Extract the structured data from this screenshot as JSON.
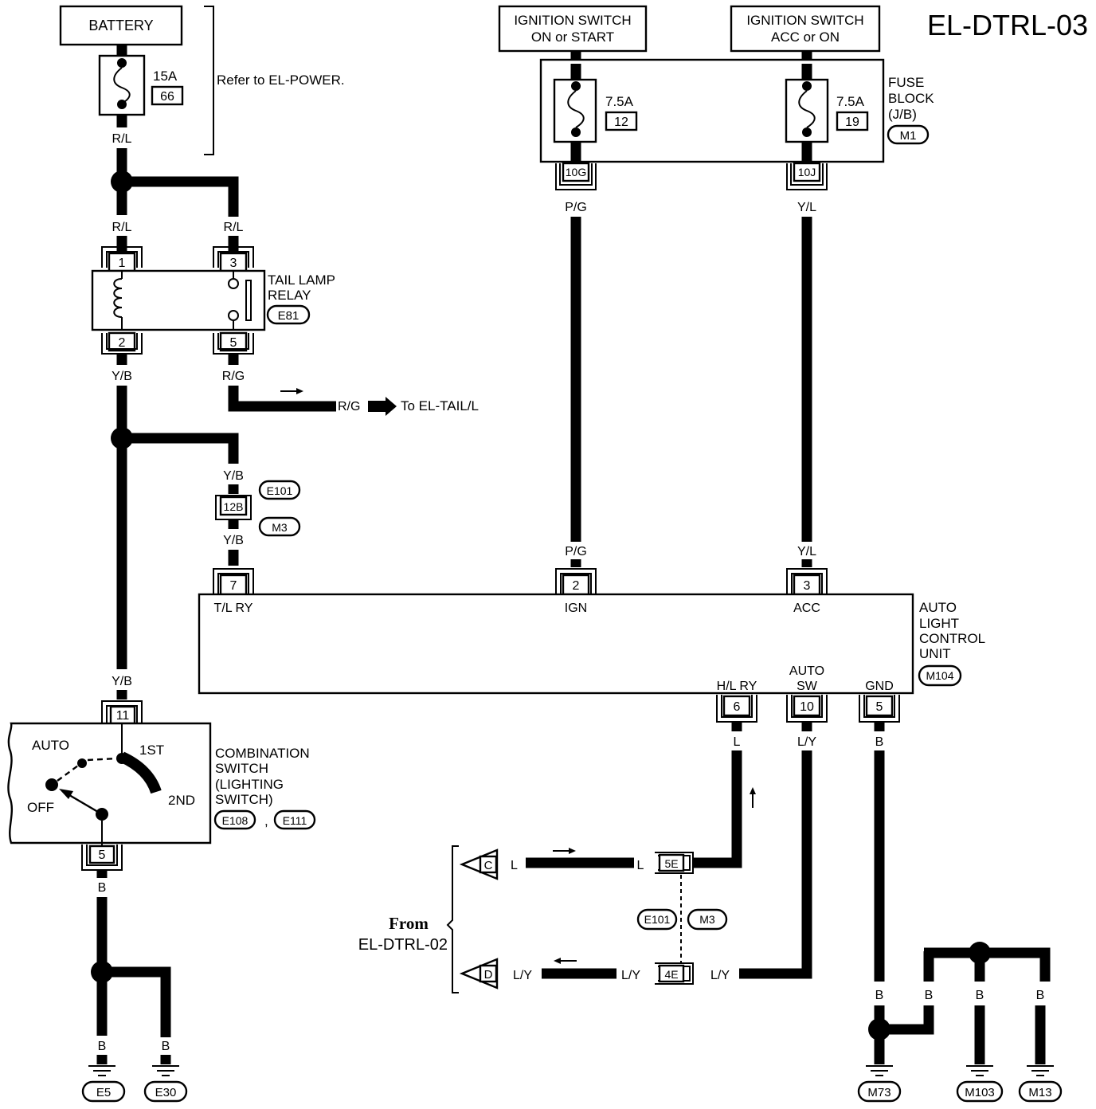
{
  "page_id": "EL-DTRL-03",
  "battery": {
    "label": "BATTERY",
    "fuse_rating": "15A",
    "fuse_no": "66",
    "refer": "Refer to EL-POWER."
  },
  "ign_on_start": {
    "line1": "IGNITION SWITCH",
    "line2": "ON or START",
    "fuse_rating": "7.5A",
    "fuse_no": "12",
    "connector": "10G"
  },
  "ign_acc_on": {
    "line1": "IGNITION SWITCH",
    "line2": "ACC or ON",
    "fuse_rating": "7.5A",
    "fuse_no": "19",
    "connector": "10J"
  },
  "fuse_block": {
    "line1": "FUSE",
    "line2": "BLOCK",
    "line3": "(J/B)",
    "connector": "M1"
  },
  "tail_lamp_relay": {
    "line1": "TAIL LAMP",
    "line2": "RELAY",
    "connector": "E81",
    "pins": [
      "1",
      "3",
      "2",
      "5"
    ]
  },
  "to_tail": {
    "wire": "R/G",
    "label": "To EL-TAIL/L"
  },
  "joint_12b": {
    "pin": "12B",
    "conn_a": "E101",
    "conn_b": "M3"
  },
  "control_unit": {
    "line1": "AUTO",
    "line2": "LIGHT",
    "line3": "CONTROL",
    "line4": "UNIT",
    "connector": "M104",
    "pins": {
      "tlry": "7",
      "ign": "2",
      "acc": "3",
      "hlry": "6",
      "autosw": "10",
      "gnd": "5"
    },
    "terminals": {
      "tlry": "T/L RY",
      "ign": "IGN",
      "acc": "ACC",
      "hlry": "H/L RY",
      "auto": "AUTO",
      "sw": "SW",
      "gnd": "GND"
    }
  },
  "combination_switch": {
    "line1": "COMBINATION",
    "line2": "SWITCH",
    "line3": "(LIGHTING",
    "line4": "SWITCH)",
    "conn_a": "E108",
    "conn_b": "E111",
    "sep": ",",
    "positions": {
      "auto": "AUTO",
      "first": "1ST",
      "second": "2ND",
      "off": "OFF"
    },
    "pin_top": "11",
    "pin_bottom": "5"
  },
  "wires": {
    "rl": "R/L",
    "yb": "Y/B",
    "rg": "R/G",
    "pg": "P/G",
    "yl": "Y/L",
    "l": "L",
    "ly": "L/Y",
    "b": "B"
  },
  "from_section": {
    "from_label": "From",
    "page_ref": "EL-DTRL-02",
    "conn_c": "C",
    "conn_d": "D",
    "pin_5e": "5E",
    "pin_4e": "4E",
    "conn_a": "E101",
    "conn_b": "M3"
  },
  "grounds": [
    "E5",
    "E30",
    "M73",
    "M103",
    "M13"
  ]
}
